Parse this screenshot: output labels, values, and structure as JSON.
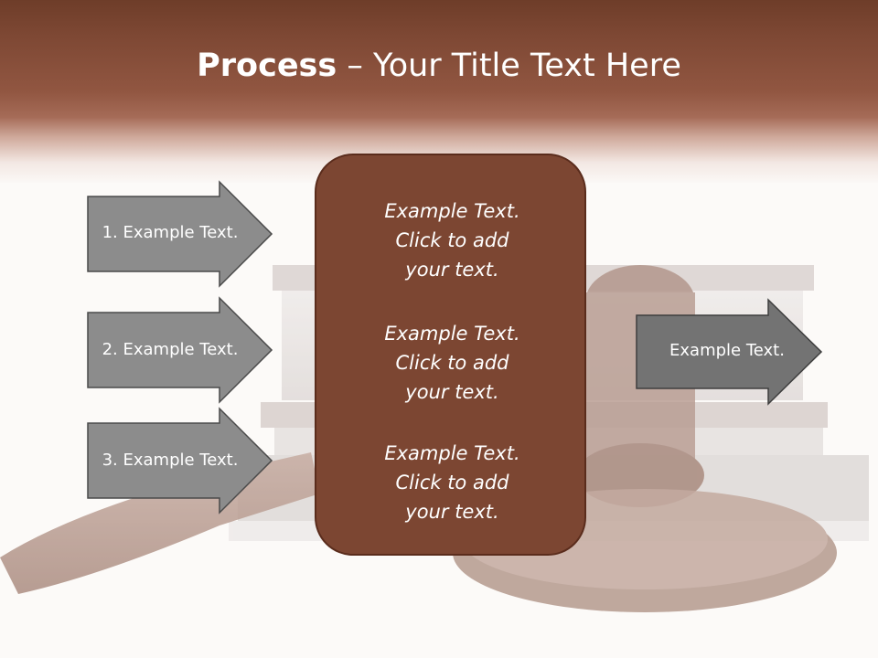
{
  "slide": {
    "title_bold": "Process",
    "title_rest": " – Your Title Text Here"
  },
  "left_arrows": [
    {
      "label": "1. Example Text."
    },
    {
      "label": "2. Example Text."
    },
    {
      "label": "3. Example Text."
    }
  ],
  "center_box": {
    "blocks": [
      {
        "line1": "Example Text.",
        "line2": "Click  to add",
        "line3": "your text."
      },
      {
        "line1": "Example Text.",
        "line2": "Click  to add",
        "line3": "your text."
      },
      {
        "line1": "Example Text.",
        "line2": "Click  to add",
        "line3": "your text."
      }
    ]
  },
  "right_arrow": {
    "label": "Example Text."
  },
  "colors": {
    "header_brown": "#7e4834",
    "box_brown": "#7c4632",
    "arrow_gray": "#8c8c8c",
    "arrow_dark_gray": "#737373"
  }
}
